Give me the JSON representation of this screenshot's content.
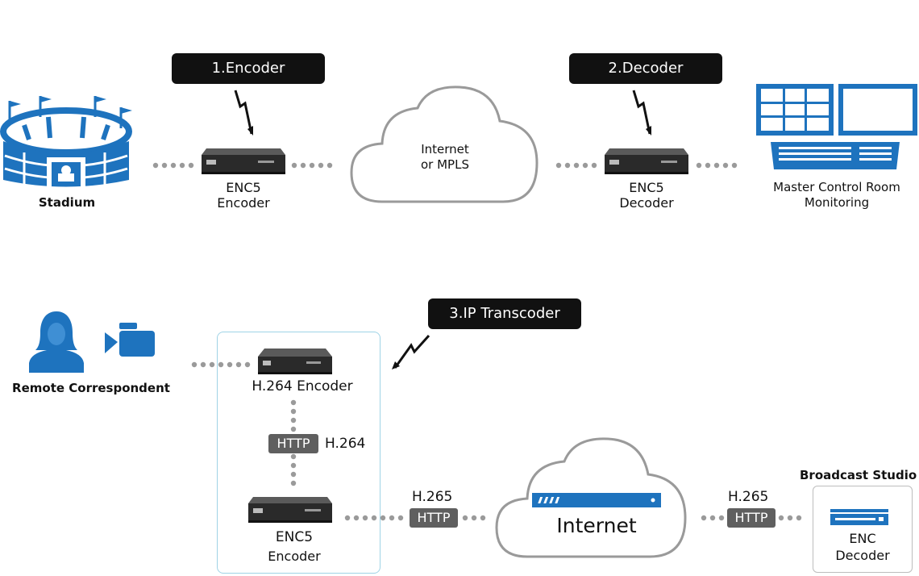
{
  "colors": {
    "accent": "#1e73be",
    "tag_bg": "#111111",
    "http_bg": "#5f5f5f",
    "dots": "#9a9a9a",
    "cloud_stroke": "#9a9a9a",
    "box_border": "#9fd3e6"
  },
  "top": {
    "step1": "1.Encoder",
    "step2": "2.Decoder",
    "stadium": "Stadium",
    "encoder_name": "ENC5",
    "encoder_role": "Encoder",
    "cloud_line1": "Internet",
    "cloud_line2": "or MPLS",
    "decoder_name": "ENC5",
    "decoder_role": "Decoder",
    "mcr_line1": "Master Control Room",
    "mcr_line2": "Monitoring"
  },
  "bottom": {
    "step3": "3.IP Transcoder",
    "correspondent": "Remote Correspondent",
    "h264_encoder": "H.264 Encoder",
    "http_inner": "HTTP",
    "h264_label": "H.264",
    "enc5_name": "ENC5",
    "enc5_role": "Encoder",
    "h265_left": "H.265",
    "http_left": "HTTP",
    "internet": "Internet",
    "h265_right": "H.265",
    "http_right": "HTTP",
    "studio_title": "Broadcast Studio",
    "decoder_line1": "ENC",
    "decoder_line2": "Decoder"
  }
}
